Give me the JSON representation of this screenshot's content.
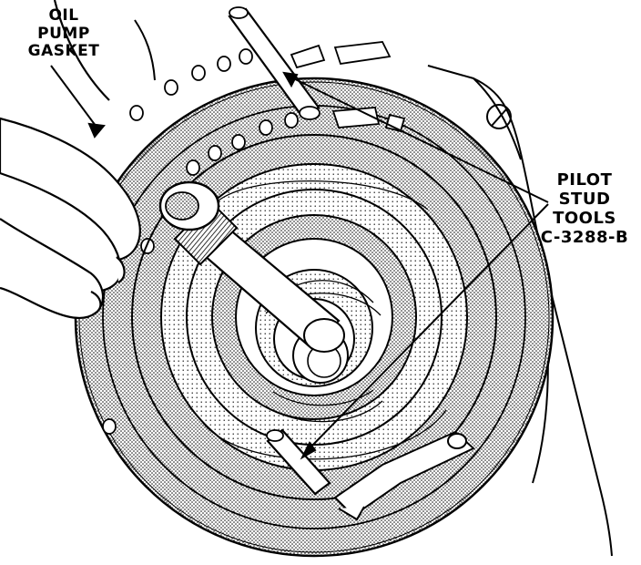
{
  "labels": {
    "oil_pump_gasket": [
      "OIL",
      "PUMP",
      "GASKET"
    ],
    "pilot_stud_tools": [
      "PILOT",
      "STUD",
      "TOOLS",
      "C-3288-B"
    ]
  },
  "colors": {
    "ink": "#000000",
    "paper": "#ffffff"
  }
}
